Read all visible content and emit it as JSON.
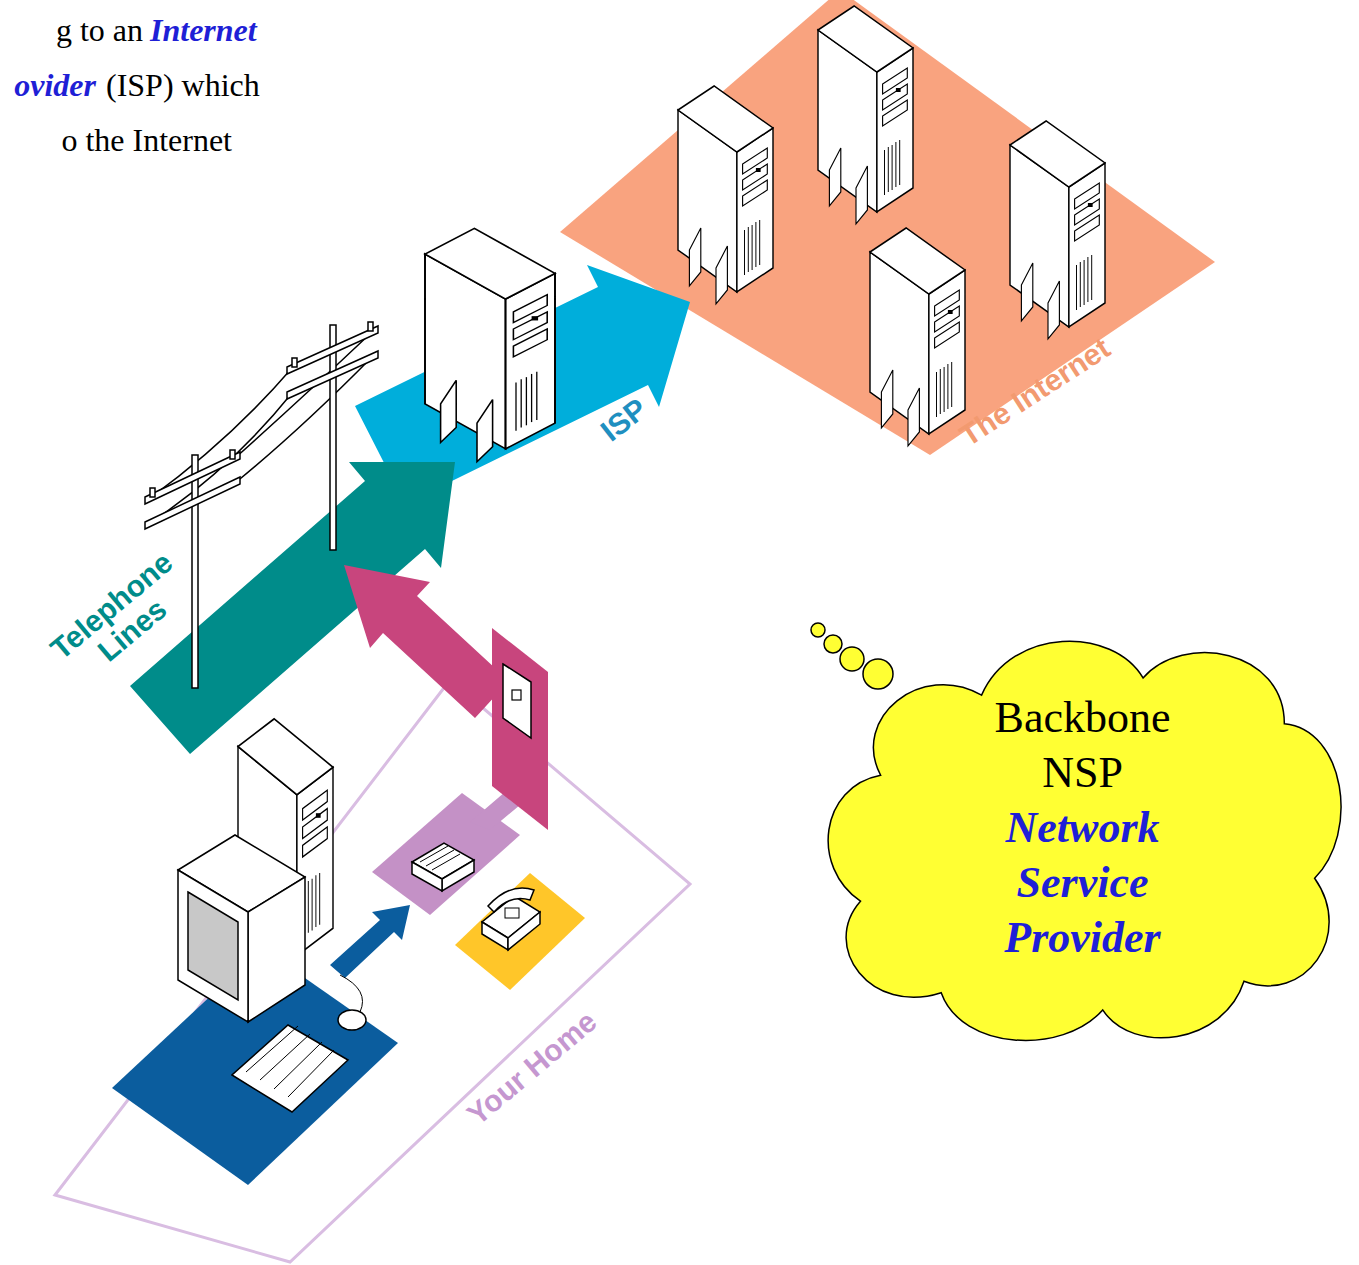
{
  "diagram": {
    "nodes": [
      {
        "text": [
          "Backbone",
          "NSP",
          "Network Service Provider"
        ]
      }
    ],
    "labels": [
      "g to an",
      "Internet",
      "ovider",
      "(ISP) which",
      "o the Internet",
      "Telephone Lines",
      "ISP",
      "The Internet",
      "Your Home"
    ]
  }
}
